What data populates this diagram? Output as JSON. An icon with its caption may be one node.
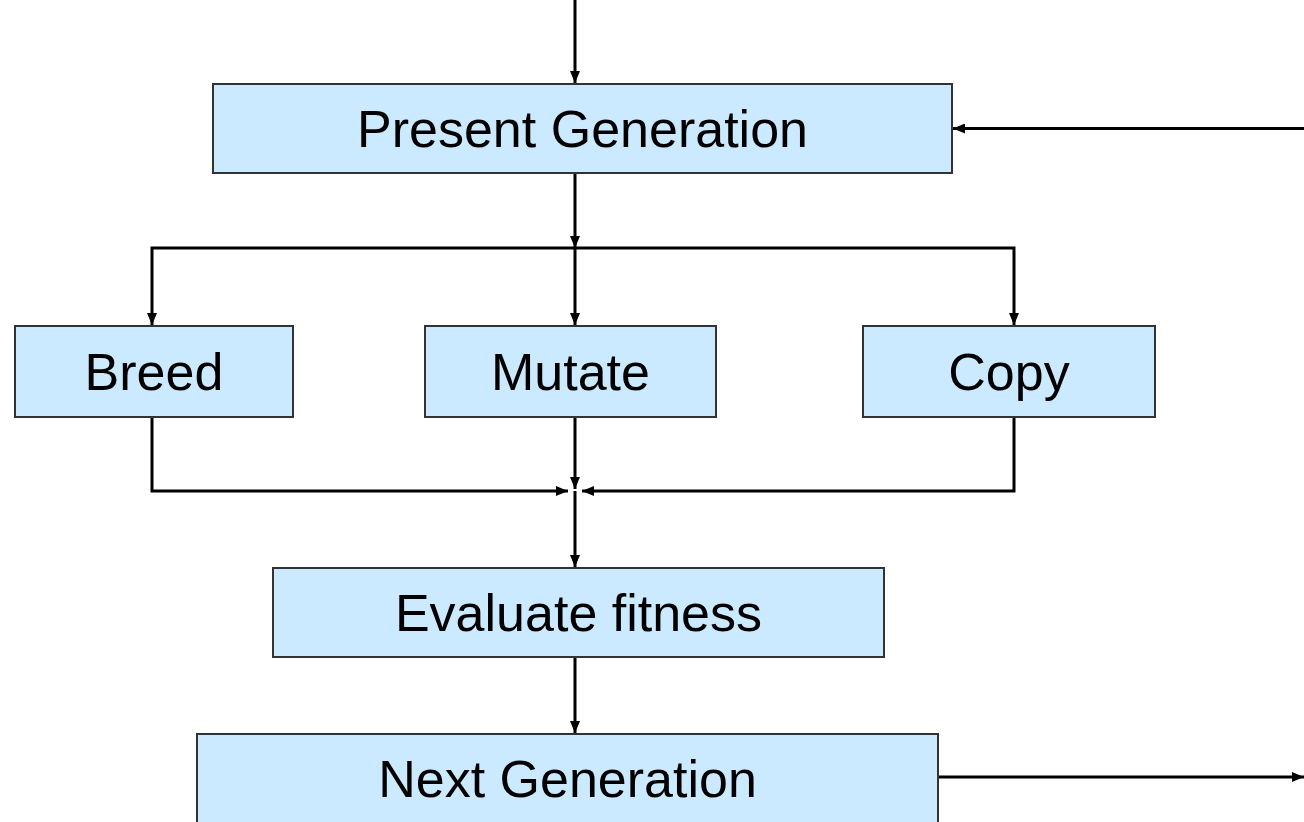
{
  "diagram": {
    "nodes": [
      {
        "text": [
          "Present Generation"
        ]
      },
      {
        "text": [
          "Breed"
        ]
      },
      {
        "text": [
          "Mutate"
        ]
      },
      {
        "text": [
          "Copy"
        ]
      },
      {
        "text": [
          "Evaluate fitness"
        ]
      },
      {
        "text": [
          "Next Generation"
        ]
      }
    ],
    "edges": [
      {
        "from": null,
        "to": 0,
        "arrow": "to"
      },
      {
        "from": null,
        "to": 0,
        "arrow": "to"
      },
      {
        "from": 0,
        "to": 1,
        "arrow": "to"
      },
      {
        "from": 0,
        "to": 2,
        "arrow": "to"
      },
      {
        "from": 0,
        "to": 3,
        "arrow": "to"
      },
      {
        "from": 1,
        "to": 4,
        "arrow": "to"
      },
      {
        "from": 2,
        "to": 4,
        "arrow": "to"
      },
      {
        "from": 3,
        "to": 4,
        "arrow": "to"
      },
      {
        "from": 4,
        "to": 5,
        "arrow": "to"
      },
      {
        "from": 5,
        "to": null,
        "arrow": "to"
      }
    ]
  }
}
